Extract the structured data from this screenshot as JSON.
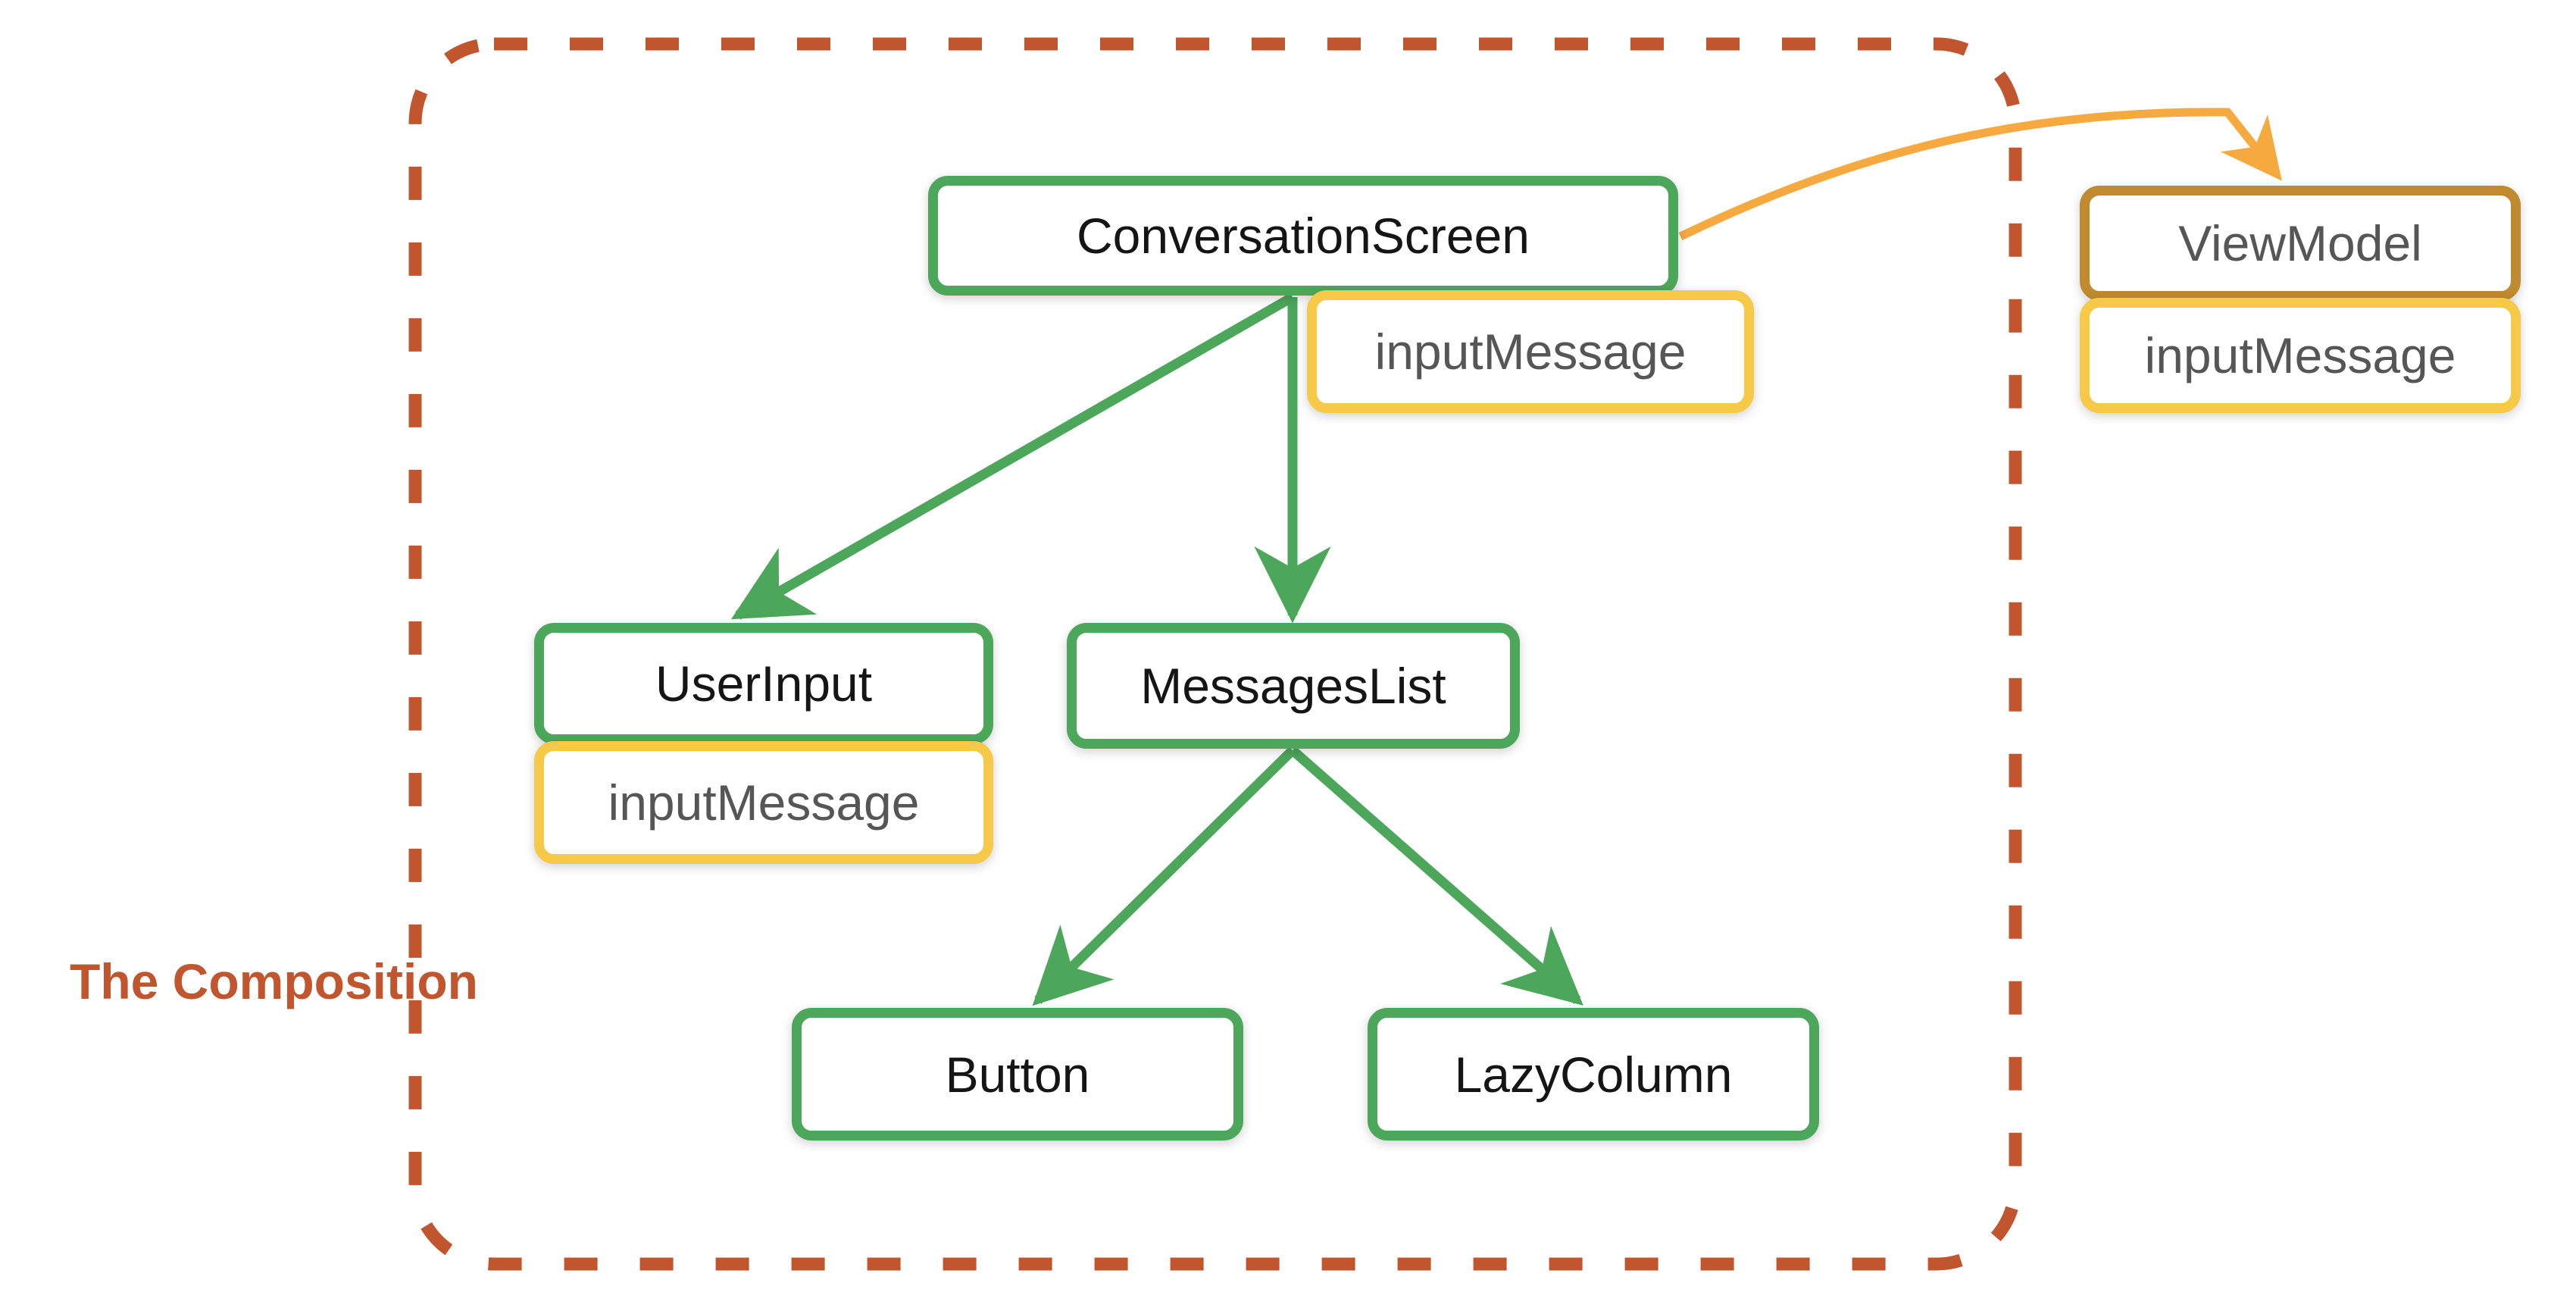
{
  "diagram": {
    "title_caption": "The Composition",
    "colors": {
      "composable_border": "#4CA75B",
      "state_border": "#F7C948",
      "viewmodel_border": "#C08A2E",
      "boundary": "#C0552E",
      "event_arrow": "#F5A93F",
      "composable_text": "#151515",
      "state_text": "#565656",
      "background": "#FFFFFF"
    },
    "boundary": {
      "label": "The Composition",
      "style": "dashed"
    },
    "nodes": {
      "conversation_screen": "ConversationScreen",
      "conversation_screen_state": "inputMessage",
      "view_model": "ViewModel",
      "view_model_state": "inputMessage",
      "user_input": "UserInput",
      "user_input_state": "inputMessage",
      "messages_list": "MessagesList",
      "button": "Button",
      "lazy_column": "LazyColumn"
    },
    "edges": [
      {
        "from": "ConversationScreen",
        "to": "UserInput",
        "kind": "composition"
      },
      {
        "from": "ConversationScreen",
        "to": "MessagesList",
        "kind": "composition"
      },
      {
        "from": "ConversationScreen",
        "to": "ViewModel",
        "kind": "event"
      },
      {
        "from": "MessagesList",
        "to": "Button",
        "kind": "composition"
      },
      {
        "from": "MessagesList",
        "to": "LazyColumn",
        "kind": "composition"
      }
    ]
  }
}
